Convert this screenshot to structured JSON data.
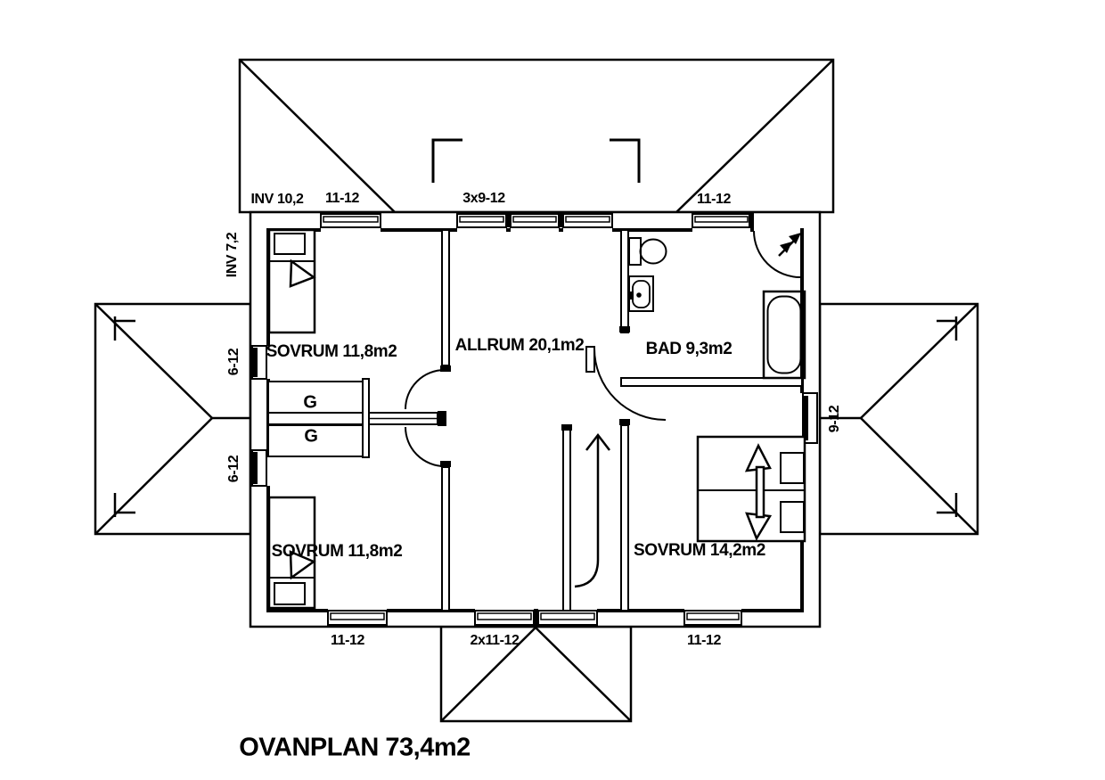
{
  "title": "OVANPLAN 73,4m2",
  "rooms": {
    "sovrum_nw": "SOVRUM 11,8m2",
    "allrum": "ALLRUM 20,1m2",
    "bad": "BAD 9,3m2",
    "sovrum_sw": "SOVRUM 11,8m2",
    "sovrum_se": "SOVRUM 14,2m2"
  },
  "wardrobes": {
    "g1": "G",
    "g2": "G"
  },
  "attic": {
    "top": "INV 10,2",
    "left": "INV 7,2"
  },
  "windows": {
    "top_left": "11-12",
    "top_center": "3x9-12",
    "top_right": "11-12",
    "left_upper": "6-12",
    "left_lower": "6-12",
    "right": "9-12",
    "bottom_left": "11-12",
    "bottom_center": "2x11-12",
    "bottom_right": "11-12"
  },
  "colors": {
    "line": "#000000",
    "background": "#ffffff"
  }
}
